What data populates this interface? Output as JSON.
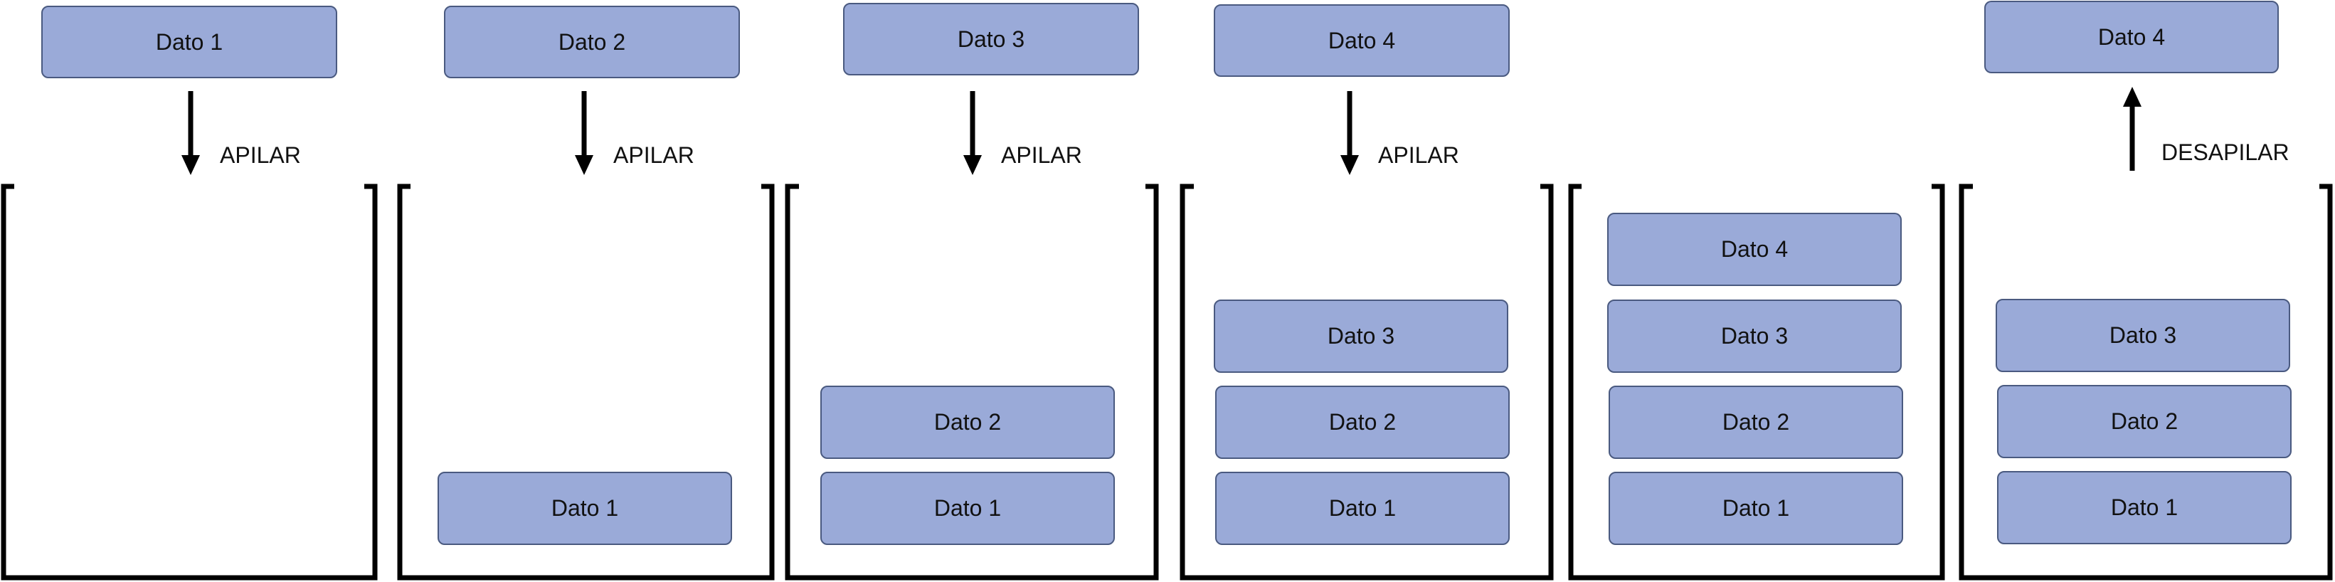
{
  "stages": [
    {
      "incoming": "Dato 1",
      "operation": "APILAR",
      "stack": []
    },
    {
      "incoming": "Dato 2",
      "operation": "APILAR",
      "stack": [
        "Dato 1"
      ]
    },
    {
      "incoming": "Dato 3",
      "operation": "APILAR",
      "stack": [
        "Dato 2",
        "Dato 1"
      ]
    },
    {
      "incoming": "Dato 4",
      "operation": "APILAR",
      "stack": [
        "Dato 3",
        "Dato 2",
        "Dato 1"
      ]
    },
    {
      "incoming": "",
      "operation": "",
      "stack": [
        "Dato 4",
        "Dato 3",
        "Dato 2",
        "Dato 1"
      ]
    },
    {
      "incoming": "Dato 4",
      "operation": "DESAPILAR",
      "stack": [
        "Dato 3",
        "Dato 2",
        "Dato 1"
      ]
    }
  ],
  "colors": {
    "block_fill": "#9aaad8",
    "block_border": "#4a5a80",
    "line": "#000000",
    "text": "#111111"
  }
}
